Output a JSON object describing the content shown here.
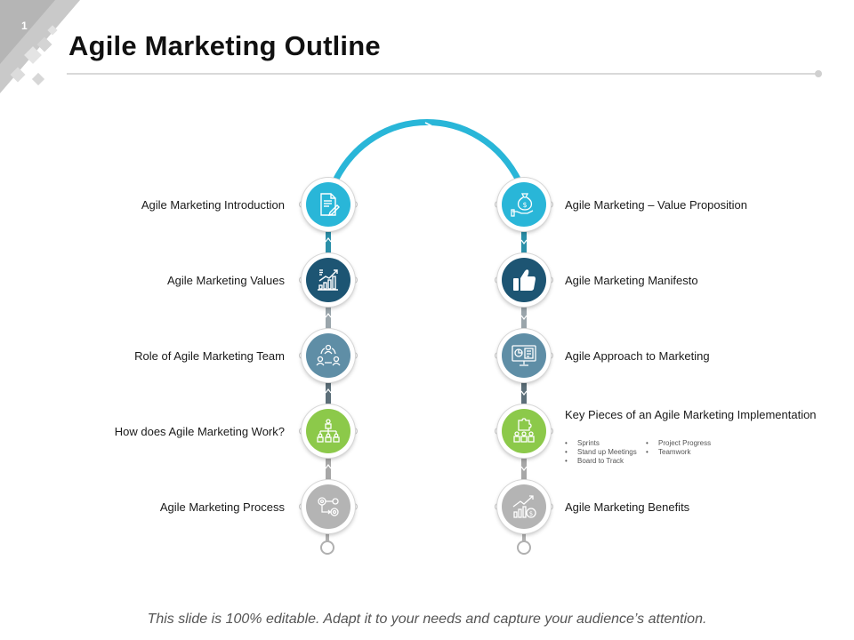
{
  "slide": {
    "number": "1",
    "title": "Agile Marketing Outline",
    "footer": "This slide is 100% editable. Adapt it to your needs and capture your audience’s attention."
  },
  "left_items": [
    {
      "label": "Agile Marketing Introduction",
      "icon": "document-pen-icon",
      "color": "#29b6d8"
    },
    {
      "label": "Agile Marketing Values",
      "icon": "growth-chart-icon",
      "color": "#1d5573"
    },
    {
      "label": "Role of Agile Marketing Team",
      "icon": "team-cycle-icon",
      "color": "#5f8ea6"
    },
    {
      "label": "How does Agile Marketing Work?",
      "icon": "org-chart-icon",
      "color": "#8cc94a"
    },
    {
      "label": "Agile Marketing Process",
      "icon": "gears-process-icon",
      "color": "#b4b4b4"
    }
  ],
  "right_items": [
    {
      "label": "Agile Marketing – Value Proposition",
      "icon": "money-bag-hand-icon",
      "color": "#29b6d8"
    },
    {
      "label": "Agile Marketing Manifesto",
      "icon": "thumbs-up-icon",
      "color": "#1d5573"
    },
    {
      "label": "Agile Approach to Marketing",
      "icon": "monitor-dashboard-icon",
      "color": "#5f8ea6"
    },
    {
      "label": "Key Pieces of an Agile Marketing Implementation",
      "icon": "puzzle-team-icon",
      "color": "#8cc94a",
      "bullets_col1": [
        "Sprints",
        "Stand up Meetings",
        "Board to Track"
      ],
      "bullets_col2": [
        "Project Progress",
        "Teamwork"
      ]
    },
    {
      "label": "Agile Marketing Benefits",
      "icon": "growth-dollar-icon",
      "color": "#b4b4b4"
    }
  ],
  "colors": {
    "arc": "#29b6d8",
    "connector_1": "#2a8fa8",
    "connector_2": "#9aa5ab",
    "connector_3": "#5c6f79",
    "connector_4": "#a7a7a7",
    "end_cap": "#b0b0b0"
  }
}
